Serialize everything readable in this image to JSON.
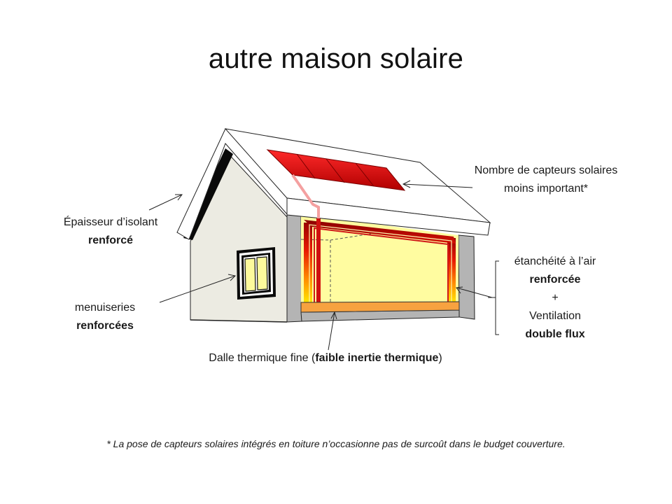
{
  "slide": {
    "title": "autre maison solaire"
  },
  "labels": {
    "capteurs": {
      "line1": "Nombre de capteurs solaires",
      "line2": "moins important*"
    },
    "isolant": {
      "line1": "Épaisseur d’isolant",
      "line2": "renforcé"
    },
    "menuiseries": {
      "line1": "menuiseries",
      "line2": "renforcées"
    },
    "etancheite": {
      "line1": "étanchéité à l’air",
      "line2": "renforcée",
      "line3": "+",
      "line4": "Ventilation",
      "line5": "double flux"
    },
    "dalle": {
      "prefix": "Dalle thermique fine (",
      "bold": "faible inertie thermique",
      "suffix": ")"
    }
  },
  "footnote": "* La pose de capteurs solaires intégrés en toiture n’occasionne pas de surcoût dans le budget couverture.",
  "colors": {
    "wall": "#ecebe2",
    "insulation_wall": "#b4b4b4",
    "interior": "#fffca0",
    "slab": "#f7a240",
    "solar_panel": "#e01010",
    "heating_pipe": "#d01010",
    "roof": "#ffffff",
    "window_glass": "#fdfa9c"
  }
}
